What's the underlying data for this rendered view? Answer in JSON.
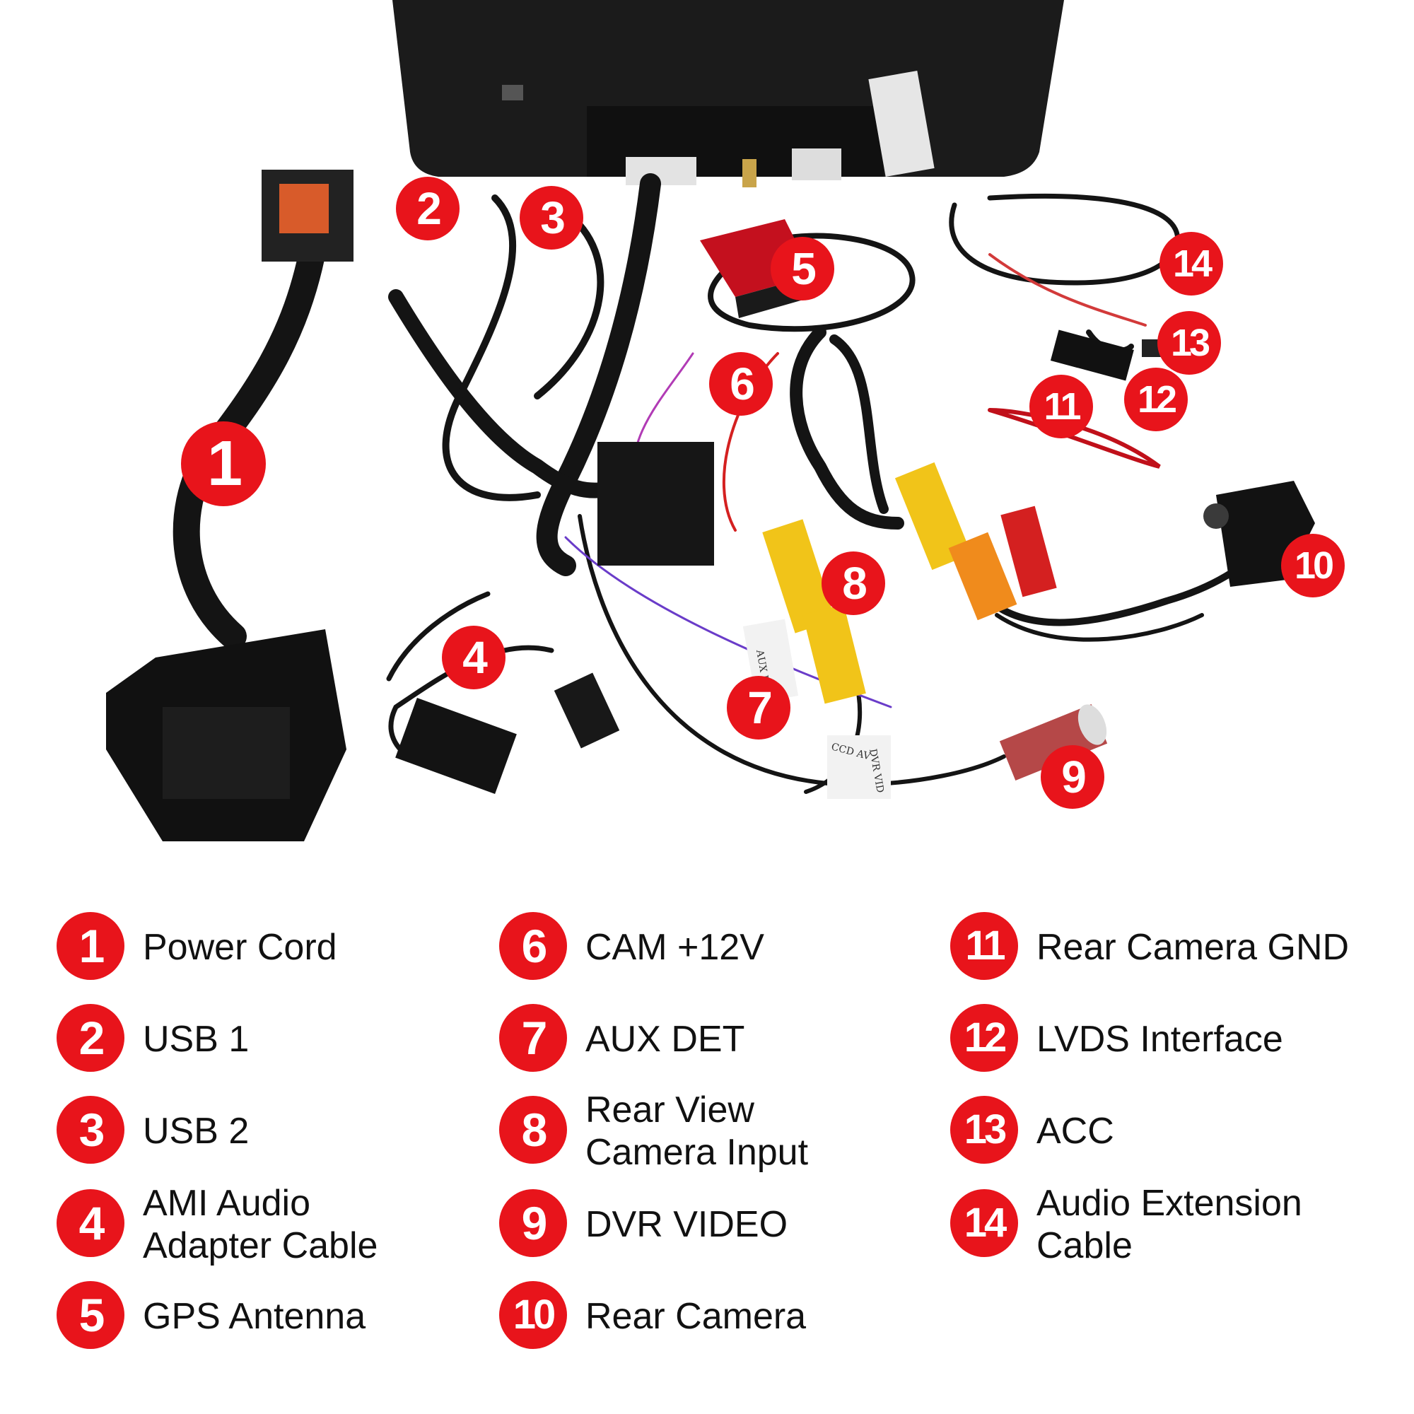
{
  "colors": {
    "badge": "#e8141b",
    "badge_text": "#ffffff",
    "label_text": "#111111"
  },
  "photo_markers": [
    "1",
    "2",
    "3",
    "4",
    "5",
    "6",
    "7",
    "8",
    "9",
    "10",
    "11",
    "12",
    "13",
    "14"
  ],
  "cable_tags": {
    "aux": "AUX DET",
    "ccd": "CCD AV",
    "dvr": "DVR VID"
  },
  "legend": [
    {
      "number": "1",
      "label": "Power Cord"
    },
    {
      "number": "2",
      "label": "USB 1"
    },
    {
      "number": "3",
      "label": "USB 2"
    },
    {
      "number": "4",
      "label": "AMI Audio\nAdapter Cable"
    },
    {
      "number": "5",
      "label": "GPS Antenna"
    },
    {
      "number": "6",
      "label": "CAM +12V"
    },
    {
      "number": "7",
      "label": "AUX DET"
    },
    {
      "number": "8",
      "label": "Rear View\nCamera Input"
    },
    {
      "number": "9",
      "label": "DVR VIDEO"
    },
    {
      "number": "10",
      "label": "Rear Camera"
    },
    {
      "number": "11",
      "label": "Rear Camera GND"
    },
    {
      "number": "12",
      "label": "LVDS Interface"
    },
    {
      "number": "13",
      "label": "ACC"
    },
    {
      "number": "14",
      "label": "Audio Extension\nCable"
    }
  ]
}
